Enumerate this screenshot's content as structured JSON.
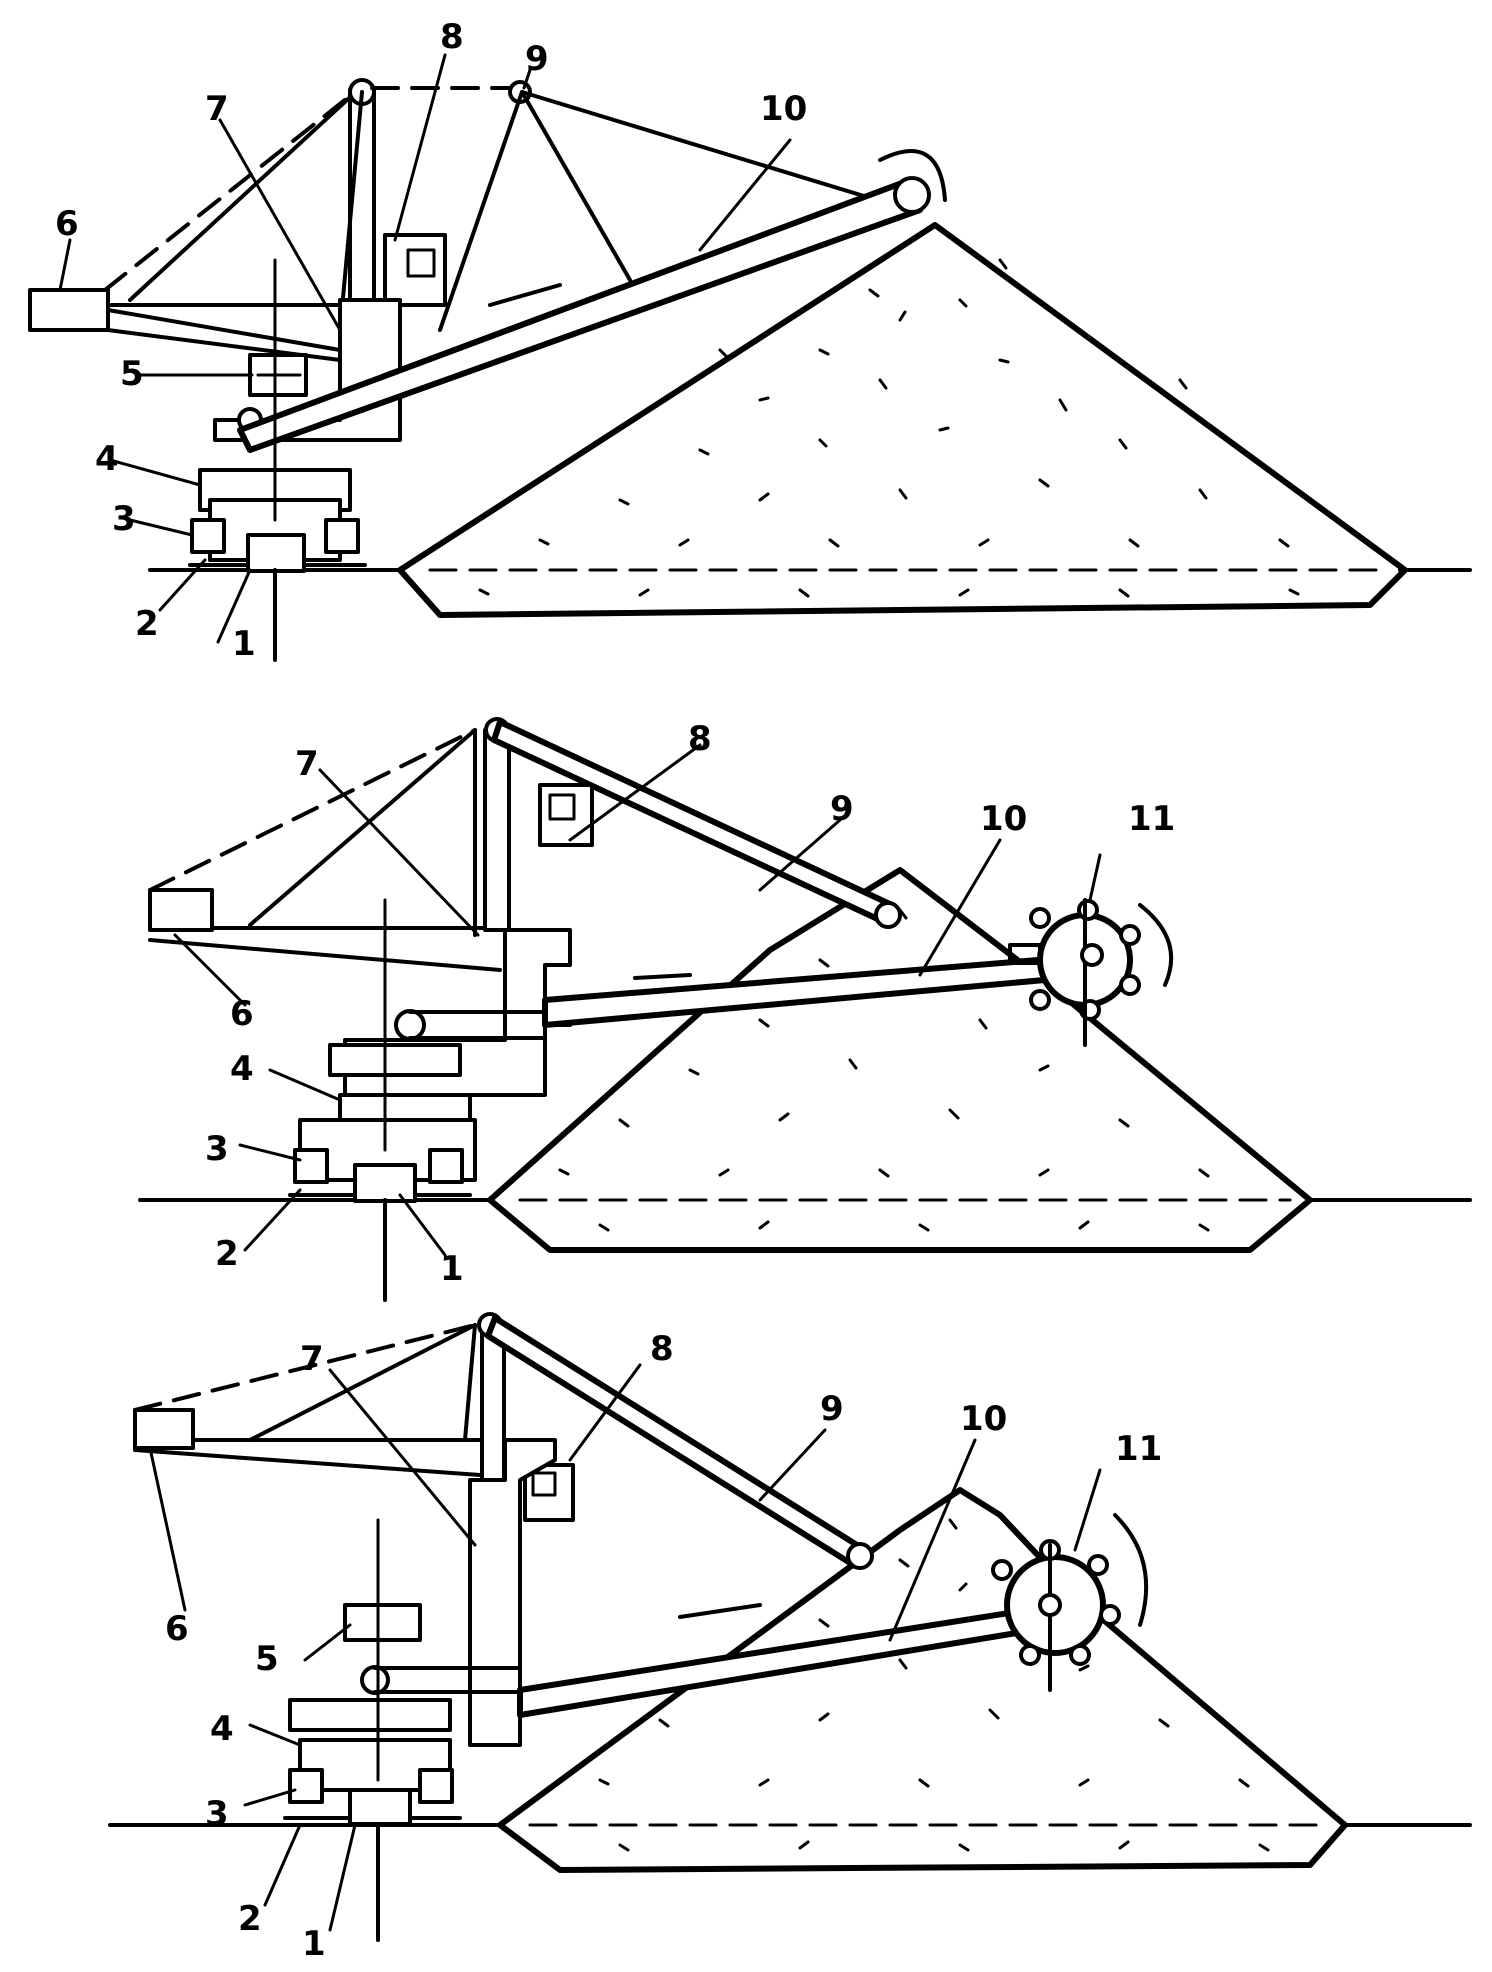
{
  "panels": [
    {
      "id": "top",
      "labels": [
        "1",
        "2",
        "3",
        "4",
        "5",
        "6",
        "7",
        "8",
        "9",
        "10"
      ]
    },
    {
      "id": "middle",
      "labels": [
        "1",
        "2",
        "3",
        "4",
        "6",
        "7",
        "8",
        "9",
        "10",
        "11"
      ]
    },
    {
      "id": "bottom",
      "labels": [
        "1",
        "2",
        "3",
        "4",
        "5",
        "6",
        "7",
        "8",
        "9",
        "10",
        "11"
      ]
    }
  ]
}
